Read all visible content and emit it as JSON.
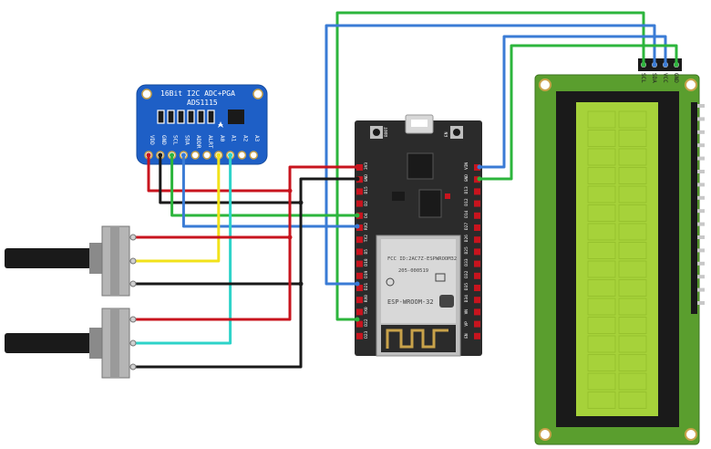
{
  "adc_board": {
    "title_line1": "16Bit I2C ADC+PGA",
    "title_line2": "ADS1115",
    "pins": [
      "VDD",
      "GND",
      "SCL",
      "SDA",
      "ADDR",
      "ALRT",
      "A0",
      "A1",
      "A2",
      "A3"
    ]
  },
  "lcd": {
    "pins": [
      "SCL",
      "SDA",
      "VCC",
      "GND"
    ]
  },
  "esp32": {
    "module_line1": "FCC ID:2AC7Z-ESPWROOM32",
    "module_line2": "ESP-WROOM-32",
    "module_line3": "205-000519",
    "left_pins": [
      "3V3",
      "GND",
      "D15",
      "D2",
      "D4",
      "RX2",
      "TX2",
      "D5",
      "D18",
      "D19",
      "D21",
      "RX0",
      "TX0",
      "D22",
      "D23"
    ],
    "right_pins": [
      "VIN",
      "GND",
      "D13",
      "D12",
      "D14",
      "D27",
      "D26",
      "D25",
      "D33",
      "D32",
      "D35",
      "D34",
      "VN",
      "VP",
      "EN"
    ],
    "buttons": [
      "BOOT",
      "EN"
    ]
  },
  "colors": {
    "red": "#c8141e",
    "black": "#1a1a1a",
    "green": "#2cb53c",
    "blue": "#3a7bd5",
    "yellow": "#f2e21a",
    "cyan": "#2ed3c9",
    "adc_board": "#1e5fc6",
    "lcd_board": "#5a9e2e",
    "lcd_screen": "#a6d23a",
    "esp_board": "#2b2b2b"
  }
}
